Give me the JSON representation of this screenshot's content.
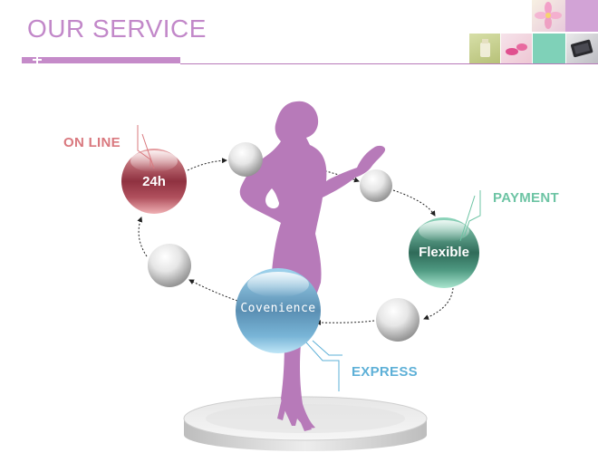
{
  "header": {
    "title": "OUR SERVICE"
  },
  "labels": {
    "online": "ON LINE",
    "payment": "PAYMENT",
    "express": "EXPRESS"
  },
  "orbs": {
    "online": "24h",
    "payment": "Flexible",
    "express": "Covenience"
  },
  "colors": {
    "accent": "#c58bc9",
    "online": "#d9787e",
    "payment": "#6dc4a4",
    "express": "#5eb0d7",
    "silhouette": "#b77ab9"
  },
  "header_images": [
    "flower-photo",
    "perfume-photo",
    "cosmetics-photo",
    "makeup-palette-photo"
  ]
}
